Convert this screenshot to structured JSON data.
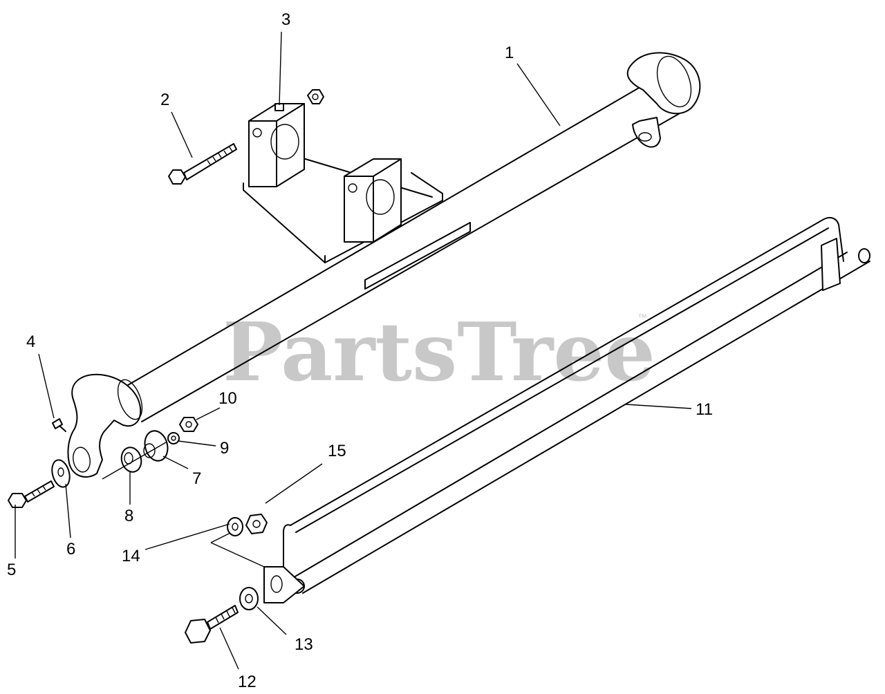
{
  "watermark": {
    "text": "PartsTree",
    "mark": "™"
  },
  "callouts": [
    {
      "label": "1"
    },
    {
      "label": "2"
    },
    {
      "label": "3"
    },
    {
      "label": "4"
    },
    {
      "label": "5"
    },
    {
      "label": "6"
    },
    {
      "label": "7"
    },
    {
      "label": "8"
    },
    {
      "label": "9"
    },
    {
      "label": "10"
    },
    {
      "label": "11"
    },
    {
      "label": "12"
    },
    {
      "label": "13"
    },
    {
      "label": "14"
    },
    {
      "label": "15"
    }
  ]
}
